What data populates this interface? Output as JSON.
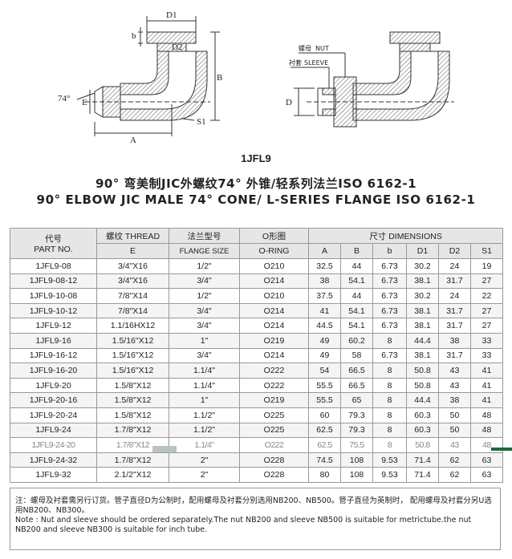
{
  "drawing_labels": {
    "left": {
      "d1": "D1",
      "b": "b",
      "d2": "D2",
      "B": "B",
      "angle": "74°",
      "e": "E",
      "a": "A",
      "s1": "S1"
    },
    "right": {
      "nut_cn": "螺母",
      "nut_en": "NUT",
      "sleeve_cn": "衬套",
      "sleeve_en": "SLEEVE",
      "d": "D"
    }
  },
  "part_code": "1JFL9",
  "title_cn": "90° 弯美制JIC外螺纹74° 外锥/轻系列法兰ISO 6162-1",
  "title_en": "90° ELBOW JIC MALE 74° CONE/ L-SERIES FLANGE ISO 6162-1",
  "table": {
    "header_row1": {
      "part_cn": "代号",
      "part_en": "PART NO.",
      "thread": "螺纹 THREAD",
      "flange_cn": "法兰型号",
      "oring_cn": "O形圈",
      "dimensions": "尺寸 DIMENSIONS"
    },
    "header_row2": {
      "thread_e": "E",
      "flange_size": "FLANGE SIZE",
      "oring": "O-RING",
      "a": "A",
      "b_upper": "B",
      "b_lower": "b",
      "d1": "D1",
      "d2": "D2",
      "s1": "S1"
    },
    "rows": [
      {
        "part": "1JFL9-08",
        "thread": "3/4\"X16",
        "flange": "1/2\"",
        "oring": "O210",
        "A": "32.5",
        "B": "44",
        "b": "6.73",
        "D1": "30.2",
        "D2": "24",
        "S1": "19"
      },
      {
        "part": "1JFL9-08-12",
        "thread": "3/4\"X16",
        "flange": "3/4\"",
        "oring": "O214",
        "A": "38",
        "B": "54.1",
        "b": "6.73",
        "D1": "38.1",
        "D2": "31.7",
        "S1": "27"
      },
      {
        "part": "1JFL9-10-08",
        "thread": "7/8\"X14",
        "flange": "1/2\"",
        "oring": "O210",
        "A": "37.5",
        "B": "44",
        "b": "6.73",
        "D1": "30.2",
        "D2": "24",
        "S1": "22"
      },
      {
        "part": "1JFL9-10-12",
        "thread": "7/8\"X14",
        "flange": "3/4\"",
        "oring": "O214",
        "A": "41",
        "B": "54.1",
        "b": "6.73",
        "D1": "38.1",
        "D2": "31.7",
        "S1": "27"
      },
      {
        "part": "1JFL9-12",
        "thread": "1.1/16HX12",
        "flange": "3/4\"",
        "oring": "O214",
        "A": "44.5",
        "B": "54.1",
        "b": "6.73",
        "D1": "38.1",
        "D2": "31.7",
        "S1": "27"
      },
      {
        "part": "1JFL9-16",
        "thread": "1.5/16\"X12",
        "flange": "1\"",
        "oring": "O219",
        "A": "49",
        "B": "60.2",
        "b": "8",
        "D1": "44.4",
        "D2": "38",
        "S1": "33"
      },
      {
        "part": "1JFL9-16-12",
        "thread": "1.5/16\"X12",
        "flange": "3/4\"",
        "oring": "O214",
        "A": "49",
        "B": "58",
        "b": "6.73",
        "D1": "38.1",
        "D2": "31.7",
        "S1": "33"
      },
      {
        "part": "1JFL9-16-20",
        "thread": "1.5/16\"X12",
        "flange": "1.1/4\"",
        "oring": "O222",
        "A": "54",
        "B": "66.5",
        "b": "8",
        "D1": "50.8",
        "D2": "43",
        "S1": "41"
      },
      {
        "part": "1JFL9-20",
        "thread": "1.5/8\"X12",
        "flange": "1.1/4\"",
        "oring": "O222",
        "A": "55.5",
        "B": "66.5",
        "b": "8",
        "D1": "50.8",
        "D2": "43",
        "S1": "41"
      },
      {
        "part": "1JFL9-20-16",
        "thread": "1.5/8\"X12",
        "flange": "1\"",
        "oring": "O219",
        "A": "55.5",
        "B": "65",
        "b": "8",
        "D1": "44.4",
        "D2": "38",
        "S1": "41"
      },
      {
        "part": "1JFL9-20-24",
        "thread": "1.5/8\"X12",
        "flange": "1.1/2\"",
        "oring": "O225",
        "A": "60",
        "B": "79.3",
        "b": "8",
        "D1": "60.3",
        "D2": "50",
        "S1": "48"
      },
      {
        "part": "1JFL9-24",
        "thread": "1.7/8\"X12",
        "flange": "1.1/2\"",
        "oring": "O225",
        "A": "62.5",
        "B": "79.3",
        "b": "8",
        "D1": "60.3",
        "D2": "50",
        "S1": "48"
      },
      {
        "part": "1JFL9-24-20",
        "thread": "1.7/8\"X12",
        "flange": "1.1/4\"",
        "oring": "O222",
        "A": "62.5",
        "B": "75.5",
        "b": "8",
        "D1": "50.8",
        "D2": "43",
        "S1": "48"
      },
      {
        "part": "1JFL9-24-32",
        "thread": "1.7/8\"X12",
        "flange": "2\"",
        "oring": "O228",
        "A": "74.5",
        "B": "108",
        "b": "9.53",
        "D1": "71.4",
        "D2": "62",
        "S1": "63"
      },
      {
        "part": "1JFL9-32",
        "thread": "2.1/2\"X12",
        "flange": "2\"",
        "oring": "O228",
        "A": "80",
        "B": "108",
        "b": "9.53",
        "D1": "71.4",
        "D2": "62",
        "S1": "63"
      }
    ]
  },
  "note": {
    "cn": "注：螺母及衬套需另行订货。管子直径D为公制时，配用螺母及衬套分别选用NB200、NB500。管子直径为英制时， 配用螺母及衬套分另U选用NB200、NB300。",
    "en": "Note : Nut and sleeve should be ordered separately.The nut NB200 and sleeve NB500 is suitable for metrictube.the nut NB200 and sleeve NB300 is suitable for inch tube."
  },
  "colors": {
    "line": "#333333",
    "hatch": "#555555",
    "header_bg": "#e6e6e6",
    "grid": "#999999"
  }
}
